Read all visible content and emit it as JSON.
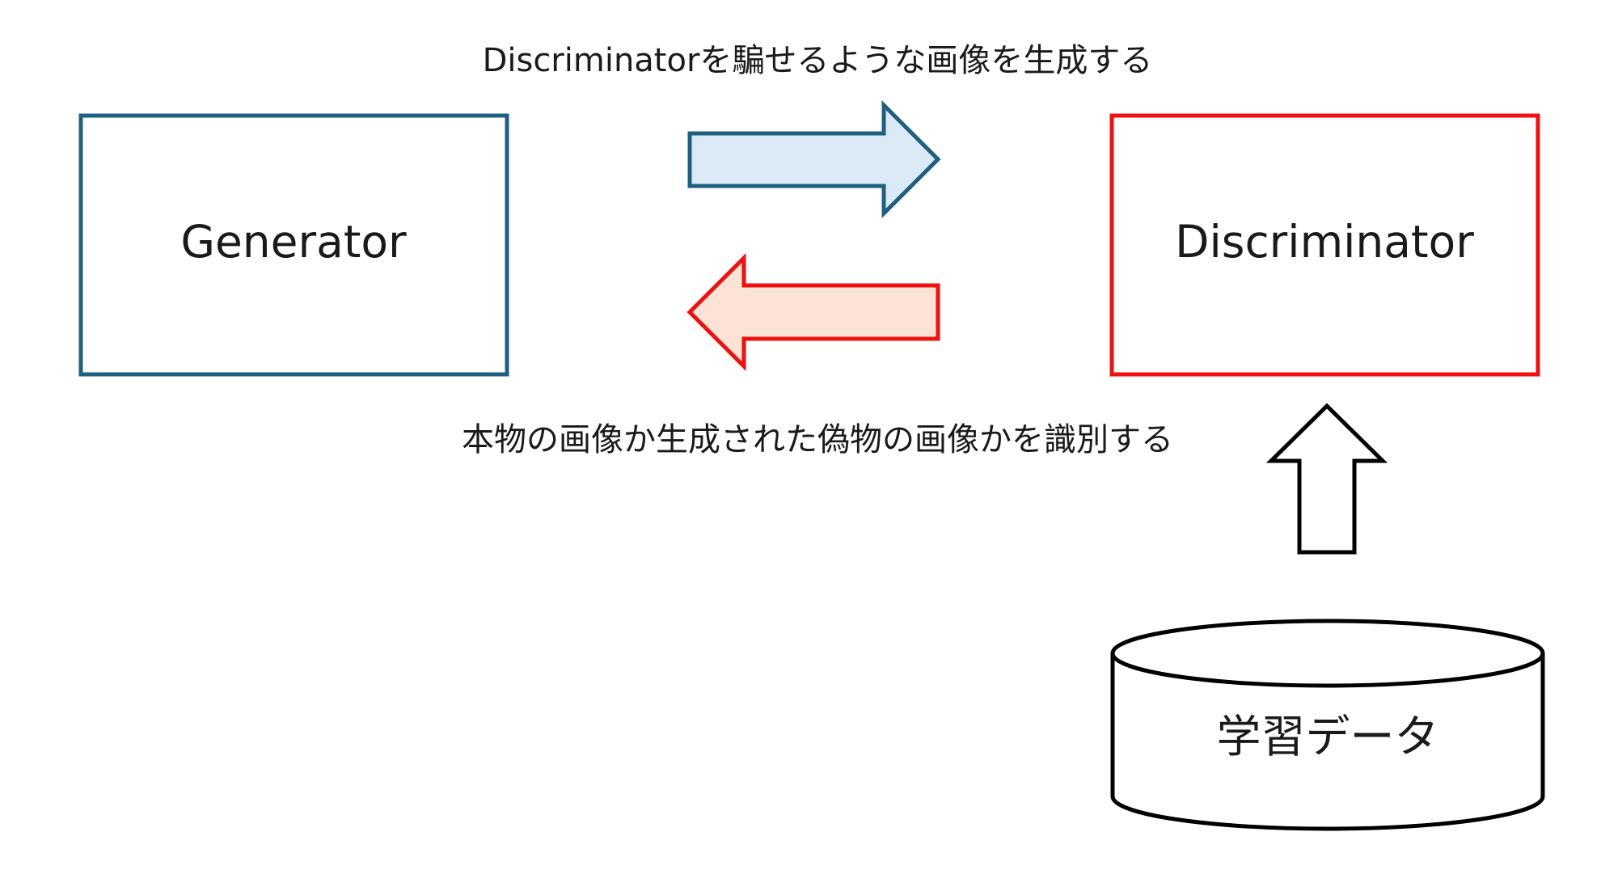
{
  "top_label": "Discriminatorを騙せるような画像を生成する",
  "bottom_label": "本物の画像か生成された偽物の画像かを識別する",
  "generator": {
    "label": "Generator"
  },
  "discriminator": {
    "label": "Discriminator"
  },
  "training_data": {
    "label": "学習データ"
  },
  "colors": {
    "generator_border": "#1f5f7f",
    "discriminator_border": "#ee1111",
    "arrow_right_fill": "#dce9f6",
    "arrow_left_fill": "#fbe3d6",
    "black_outline": "#000000"
  }
}
